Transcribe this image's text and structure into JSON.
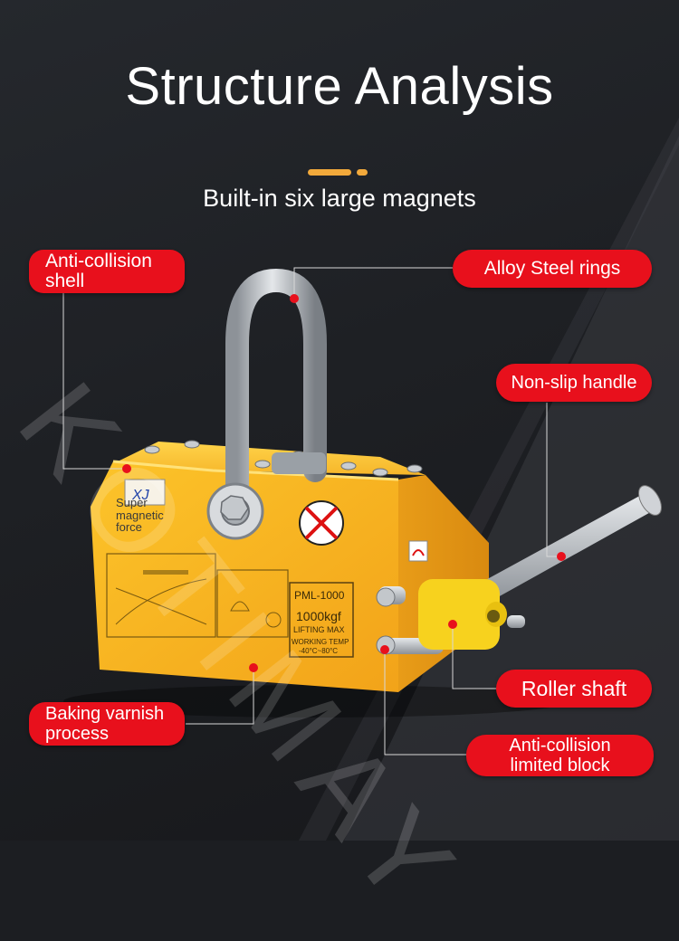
{
  "header": {
    "title": "Structure Analysis",
    "subtitle": "Built-in six large magnets",
    "accent_color": "#f2a93b"
  },
  "labels": {
    "anti_collision_shell": [
      "Anti-collision",
      "shell"
    ],
    "alloy_steel_rings": "Alloy Steel rings",
    "non_slip_handle": "Non-slip handle",
    "roller_shaft": "Roller shaft",
    "baking_varnish": [
      "Baking varnish",
      "process"
    ],
    "anti_collision_block": [
      "Anti-collision",
      "limited block"
    ],
    "label_color": "#e8101c"
  },
  "product": {
    "sticker_line1": "Super",
    "sticker_line2": "magnetic",
    "sticker_line3": "force",
    "model": "PML-1000",
    "capacity": "1000kgf",
    "lifting_max": "LIFTING MAX",
    "working_temp": "WORKING TEMP",
    "temp_range": "-40°C~80°C",
    "body_color": "#f5b724"
  },
  "watermark": "KOTIMAY"
}
